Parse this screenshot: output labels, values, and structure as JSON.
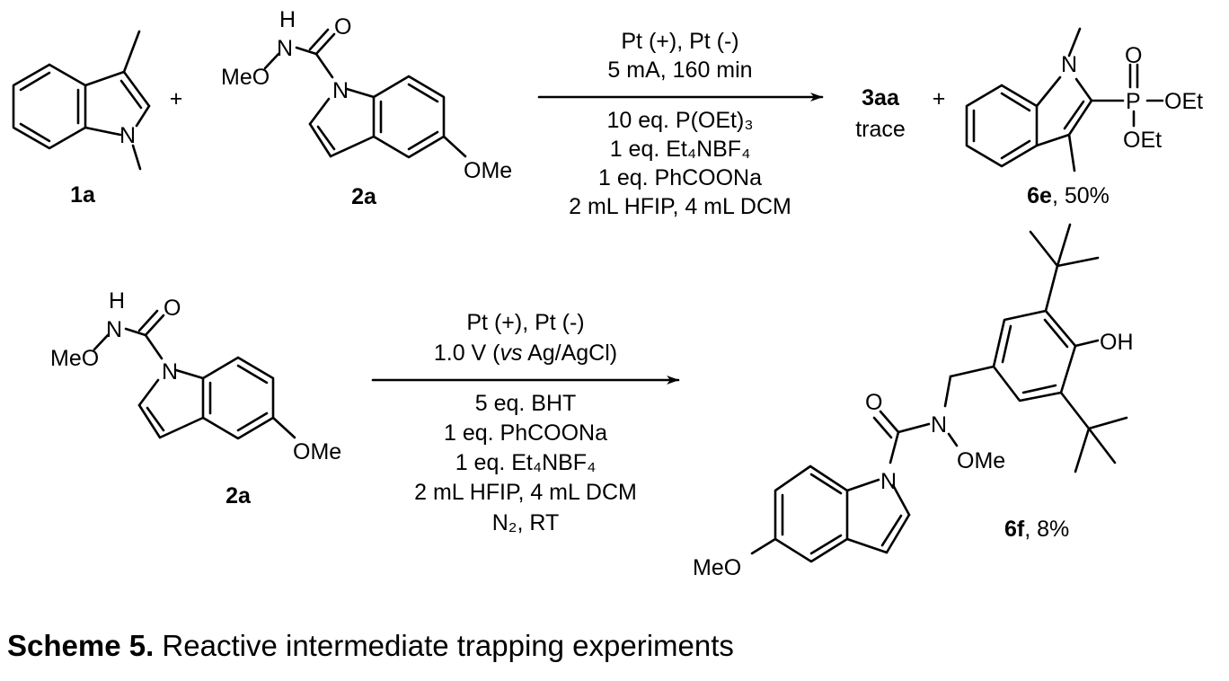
{
  "atoms": {
    "N": "N",
    "H": "H",
    "O": "O",
    "P": "P",
    "MeO": "MeO",
    "OMe": "OMe",
    "OEt": "OEt",
    "OH": "OH"
  },
  "reaction1": {
    "reactant1": "1a",
    "plus": "+",
    "reactant2": "2a",
    "conditions_above": [
      "Pt (+), Pt (-)",
      "5 mA, 160 min"
    ],
    "conditions_below": [
      "10 eq. P(OEt)₃",
      "1 eq. Et₄NBF₄",
      "1 eq. PhCOONa",
      "2 mL HFIP, 4 mL DCM"
    ],
    "product1": "3aa",
    "product1_yield": "trace",
    "product2": "6e",
    "product2_yield": ", 50%"
  },
  "reaction2": {
    "reactant": "2a",
    "conditions_above": [
      "Pt (+), Pt (-)",
      "1.0 V (",
      "vs",
      " Ag/AgCl)"
    ],
    "conditions_below": [
      "5 eq. BHT",
      "1 eq. PhCOONa",
      "1 eq. Et₄NBF₄",
      "2 mL HFIP, 4 mL DCM",
      "N₂, RT"
    ],
    "product": "6f",
    "product_yield": ", 8%"
  },
  "caption": {
    "label": "Scheme 5.",
    "text": " Reactive intermediate trapping experiments"
  }
}
